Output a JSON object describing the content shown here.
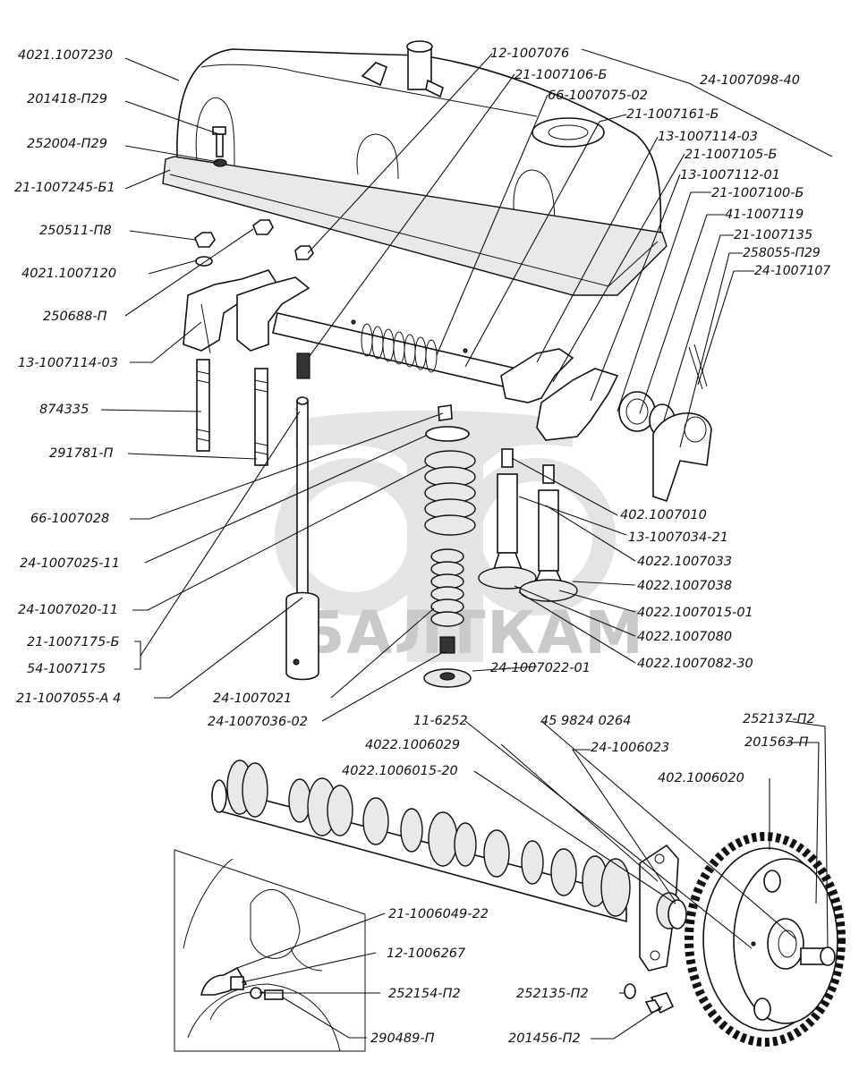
{
  "watermark": {
    "brand": "БАЛТКАМ"
  },
  "labels": {
    "l1": "4021.1007230",
    "l2": "201418-П29",
    "l3": "252004-П29",
    "l4": "21-1007245-Б1",
    "l5": "250511-П8",
    "l6": "4021.1007120",
    "l7": "250688-П",
    "l8": "13-1007114-03",
    "l9": "874335",
    "l10": "291781-П",
    "l11": "66-1007028",
    "l12": "24-1007025-11",
    "l13": "24-1007020-11",
    "l14": "21-1007175-Б",
    "l15": "54-1007175",
    "l16": "21-1007055-А 4",
    "l17": "24-1007021",
    "l18": "24-1007036-02",
    "l19": "12-1007076",
    "l20": "21-1007106-Б",
    "l21": "66-1007075-02",
    "l22": "21-1007161-Б",
    "l23": "13-1007114-03",
    "l24": "21-1007105-Б",
    "l25": "13-1007112-01",
    "l26": "21-1007100-Б",
    "l27": "41-1007119",
    "l28": "21-1007135",
    "l29": "258055-П29",
    "l30": "24-1007107",
    "l31": "24-1007098-40",
    "l32": "402.1007010",
    "l33": "13-1007034-21",
    "l34": "4022.1007033",
    "l35": "4022.1007038",
    "l36": "4022.1007015-01",
    "l37": "4022.1007080",
    "l38": "4022.1007082-30",
    "l39": "24-1007022-01",
    "l40": "11-6252",
    "l41": "45 9824 0264",
    "l42": "4022.1006029",
    "l43": "24-1006023",
    "l44": "4022.1006015-20",
    "l45": "252137-П2",
    "l46": "201563-П",
    "l47": "402.1006020",
    "l48": "21-1006049-22",
    "l49": "12-1006267",
    "l50": "252154-П2",
    "l51": "290489-П",
    "l52": "252135-П2",
    "l53": "201456-П2"
  },
  "icons": [
    "valve-cover-icon",
    "rocker-arm-icon",
    "valve-spring-icon",
    "valve-icon",
    "push-rod-icon",
    "camshaft-icon",
    "timing-gear-icon",
    "bolt-icon",
    "nut-icon",
    "washer-icon"
  ]
}
